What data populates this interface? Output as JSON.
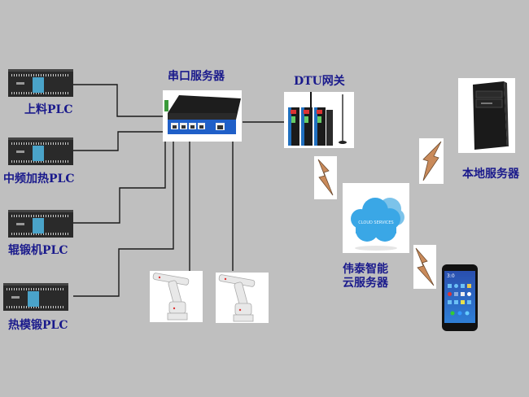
{
  "devices": {
    "plcs": [
      {
        "label": "上料PLC"
      },
      {
        "label": "中频加热PLC"
      },
      {
        "label": "辊锻机PLC"
      },
      {
        "label": "热模锻PLC"
      }
    ],
    "serial_server": {
      "label": "串口服务器"
    },
    "dtu": {
      "label": "DTU网关"
    },
    "local_server": {
      "label": "本地服务器"
    },
    "cloud": {
      "label_line1": "伟泰智能",
      "label_line2": "云服务器",
      "inner_text": "CLOUD SERVICES"
    },
    "robots": [
      {
        "label": ""
      },
      {
        "label": ""
      }
    ],
    "phone": {
      "time": "3:0"
    }
  },
  "colors": {
    "background": "#bfbfbf",
    "label": "#1a1a8c",
    "wire": "#1a1a1a",
    "lightning": "#c98a5a",
    "cloud": "#3aa7e6"
  }
}
